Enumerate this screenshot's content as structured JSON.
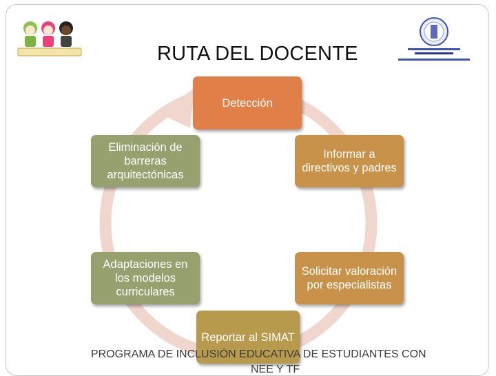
{
  "title": "RUTA DEL DOCENTE",
  "nodes": {
    "deteccion": "Detección",
    "informar": "Informar a directivos y padres",
    "solicitar": "Solicitar valoración por especialistas",
    "reportar": "Reportar al SIMAT",
    "adaptaciones": "Adaptaciones en los modelos curriculares",
    "eliminacion": "Eliminación de barreras arquitectónicas"
  },
  "footer": {
    "line1": "PROGRAMA DE INCLUSIÓN EDUCATIVA DE ESTUDIANTES CON",
    "line2": "NEE Y TF"
  },
  "colors": {
    "detection": "#e07f47",
    "olive": "#97a06f",
    "ochre": "#c9924a",
    "gold": "#b89a4c",
    "cycle_arrow": "#f1d6cd"
  }
}
